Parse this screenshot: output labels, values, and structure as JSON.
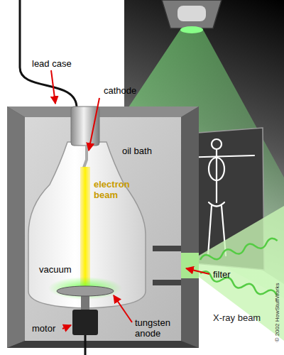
{
  "diagram": {
    "labels": [
      "lead case",
      "cathode",
      "oil bath",
      "electron beam",
      "vacuum",
      "filter",
      "X-ray beam",
      "motor",
      "tungsten anode",
      "© 2002 HowStuffWorks"
    ]
  }
}
